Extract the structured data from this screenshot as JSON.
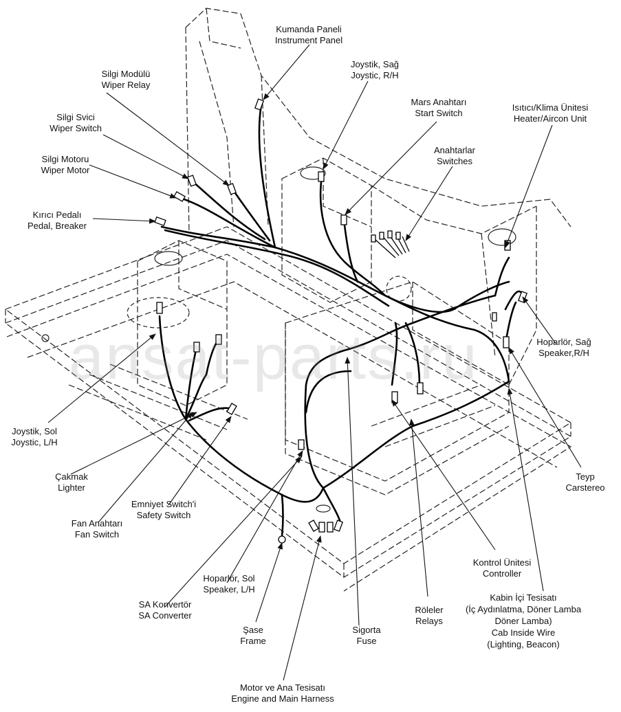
{
  "watermark": "ansat-parts.ru",
  "labels": {
    "instrument_panel": {
      "tr": "Kumanda Paneli",
      "en": "Instrument Panel"
    },
    "joystick_rh": {
      "tr": "Joystik, Sağ",
      "en": "Joystic, R/H"
    },
    "wiper_relay": {
      "tr": "Silgi Modülü",
      "en": "Wiper Relay"
    },
    "start_switch": {
      "tr": "Mars Anahtarı",
      "en": "Start Switch"
    },
    "heater_aircon": {
      "tr": "Isıtıcı/Klima  Ünitesi",
      "en": "Heater/Aircon Unit"
    },
    "wiper_switch": {
      "tr": "Silgi Svici",
      "en": "Wiper Switch"
    },
    "switches": {
      "tr": "Anahtarlar",
      "en": "Switches"
    },
    "wiper_motor": {
      "tr": "Silgi Motoru",
      "en": "Wiper Motor"
    },
    "pedal_breaker": {
      "tr": "Kırıcı Pedalı",
      "en": "Pedal, Breaker"
    },
    "speaker_rh": {
      "tr": "Hoparlör, Sağ",
      "en": "Speaker,R/H"
    },
    "joystick_lh": {
      "tr": "Joystik, Sol",
      "en": "Joystic, L/H"
    },
    "lighter": {
      "tr": "Çakmak",
      "en": "Lighter"
    },
    "carstereo": {
      "tr": "Teyp",
      "en": "Carstereo"
    },
    "safety_switch": {
      "tr": "Emniyet Switch'i",
      "en": "Safety Switch"
    },
    "fan_switch": {
      "tr": "Fan Anahtarı",
      "en": "Fan Switch"
    },
    "controller": {
      "tr": "Kontrol Ünitesi",
      "en": "Controller"
    },
    "speaker_lh": {
      "tr": "Hoparlör, Sol",
      "en": "Speaker, L/H"
    },
    "cab_inside_wire": {
      "tr1": "Kabin İçi Tesisatı",
      "tr2": "(İç Aydınlatma, Döner Lamba",
      "tr3": "Döner Lamba)",
      "en1": "Cab Inside Wire",
      "en2": "(Lighting, Beacon)"
    },
    "sa_converter": {
      "tr": "SA Konvertör",
      "en": "SA Converter"
    },
    "relays": {
      "tr": "Röleler",
      "en": "Relays"
    },
    "frame": {
      "tr": "Şase",
      "en": "Frame"
    },
    "fuse": {
      "tr": "Sigorta",
      "en": "Fuse"
    },
    "engine_main_harness": {
      "tr": "Motor ve Ana Tesisatı",
      "en": "Engine and Main Harness"
    }
  }
}
